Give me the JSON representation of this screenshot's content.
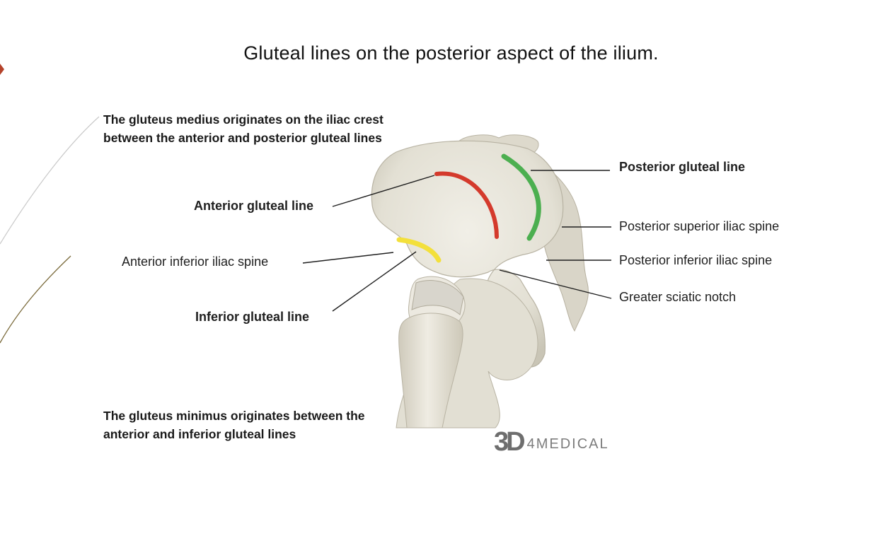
{
  "slide": {
    "title": "Gluteal lines on the posterior aspect of the ilium."
  },
  "notes": {
    "gluteus_medius_line1": "The gluteus medius originates on the iliac crest",
    "gluteus_medius_line2": "between the anterior and posterior gluteal lines",
    "gluteus_minimus_line1": "The gluteus minimus originates between the",
    "gluteus_minimus_line2": "anterior and inferior gluteal lines"
  },
  "labels": {
    "anterior_gluteal_line": "Anterior gluteal line",
    "anterior_inferior_iliac_spine": "Anterior inferior iliac spine",
    "inferior_gluteal_line": "Inferior gluteal line",
    "posterior_gluteal_line": "Posterior gluteal line",
    "posterior_superior_iliac_spine": "Posterior superior iliac spine",
    "posterior_inferior_iliac_spine": "Posterior inferior iliac spine",
    "greater_sciatic_notch": "Greater sciatic notch"
  },
  "logo": {
    "mark": "3D",
    "text": "4MEDICAL"
  },
  "colors": {
    "anterior_gluteal_line": "#d43a2c",
    "posterior_gluteal_line": "#4caf50",
    "inferior_gluteal_line": "#f3e03b",
    "bone": "#e6e3d8",
    "accent_arrow": "#b5432b"
  }
}
